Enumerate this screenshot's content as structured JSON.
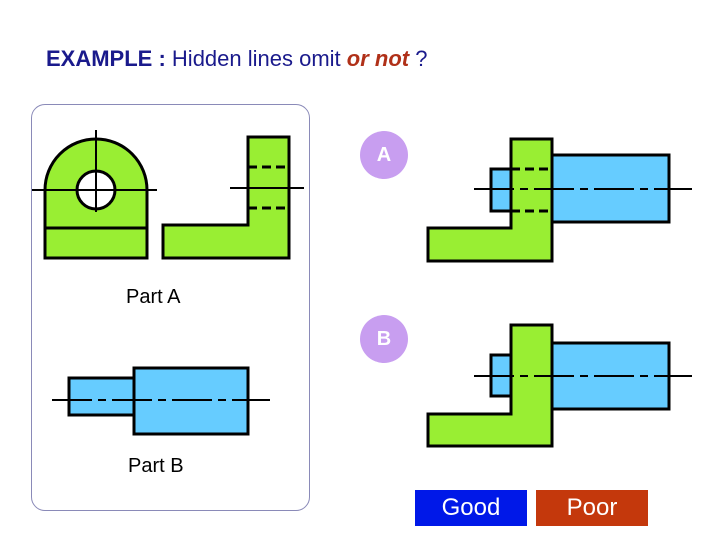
{
  "title": {
    "prefix": "EXAMPLE",
    "sep": " : ",
    "text": "Hidden lines omit ",
    "accent": "or not",
    "suffix": " ?"
  },
  "labels": {
    "part_a": "Part A",
    "part_b": "Part B",
    "badge_a": "A",
    "badge_b": "B"
  },
  "buttons": {
    "good": "Good",
    "poor": "Poor"
  },
  "colors": {
    "green": "#99ee33",
    "blue": "#66ccff",
    "badge": "#c89ef0",
    "good": "#0018e8",
    "poor": "#c4380c",
    "title": "#1a1a8c"
  }
}
